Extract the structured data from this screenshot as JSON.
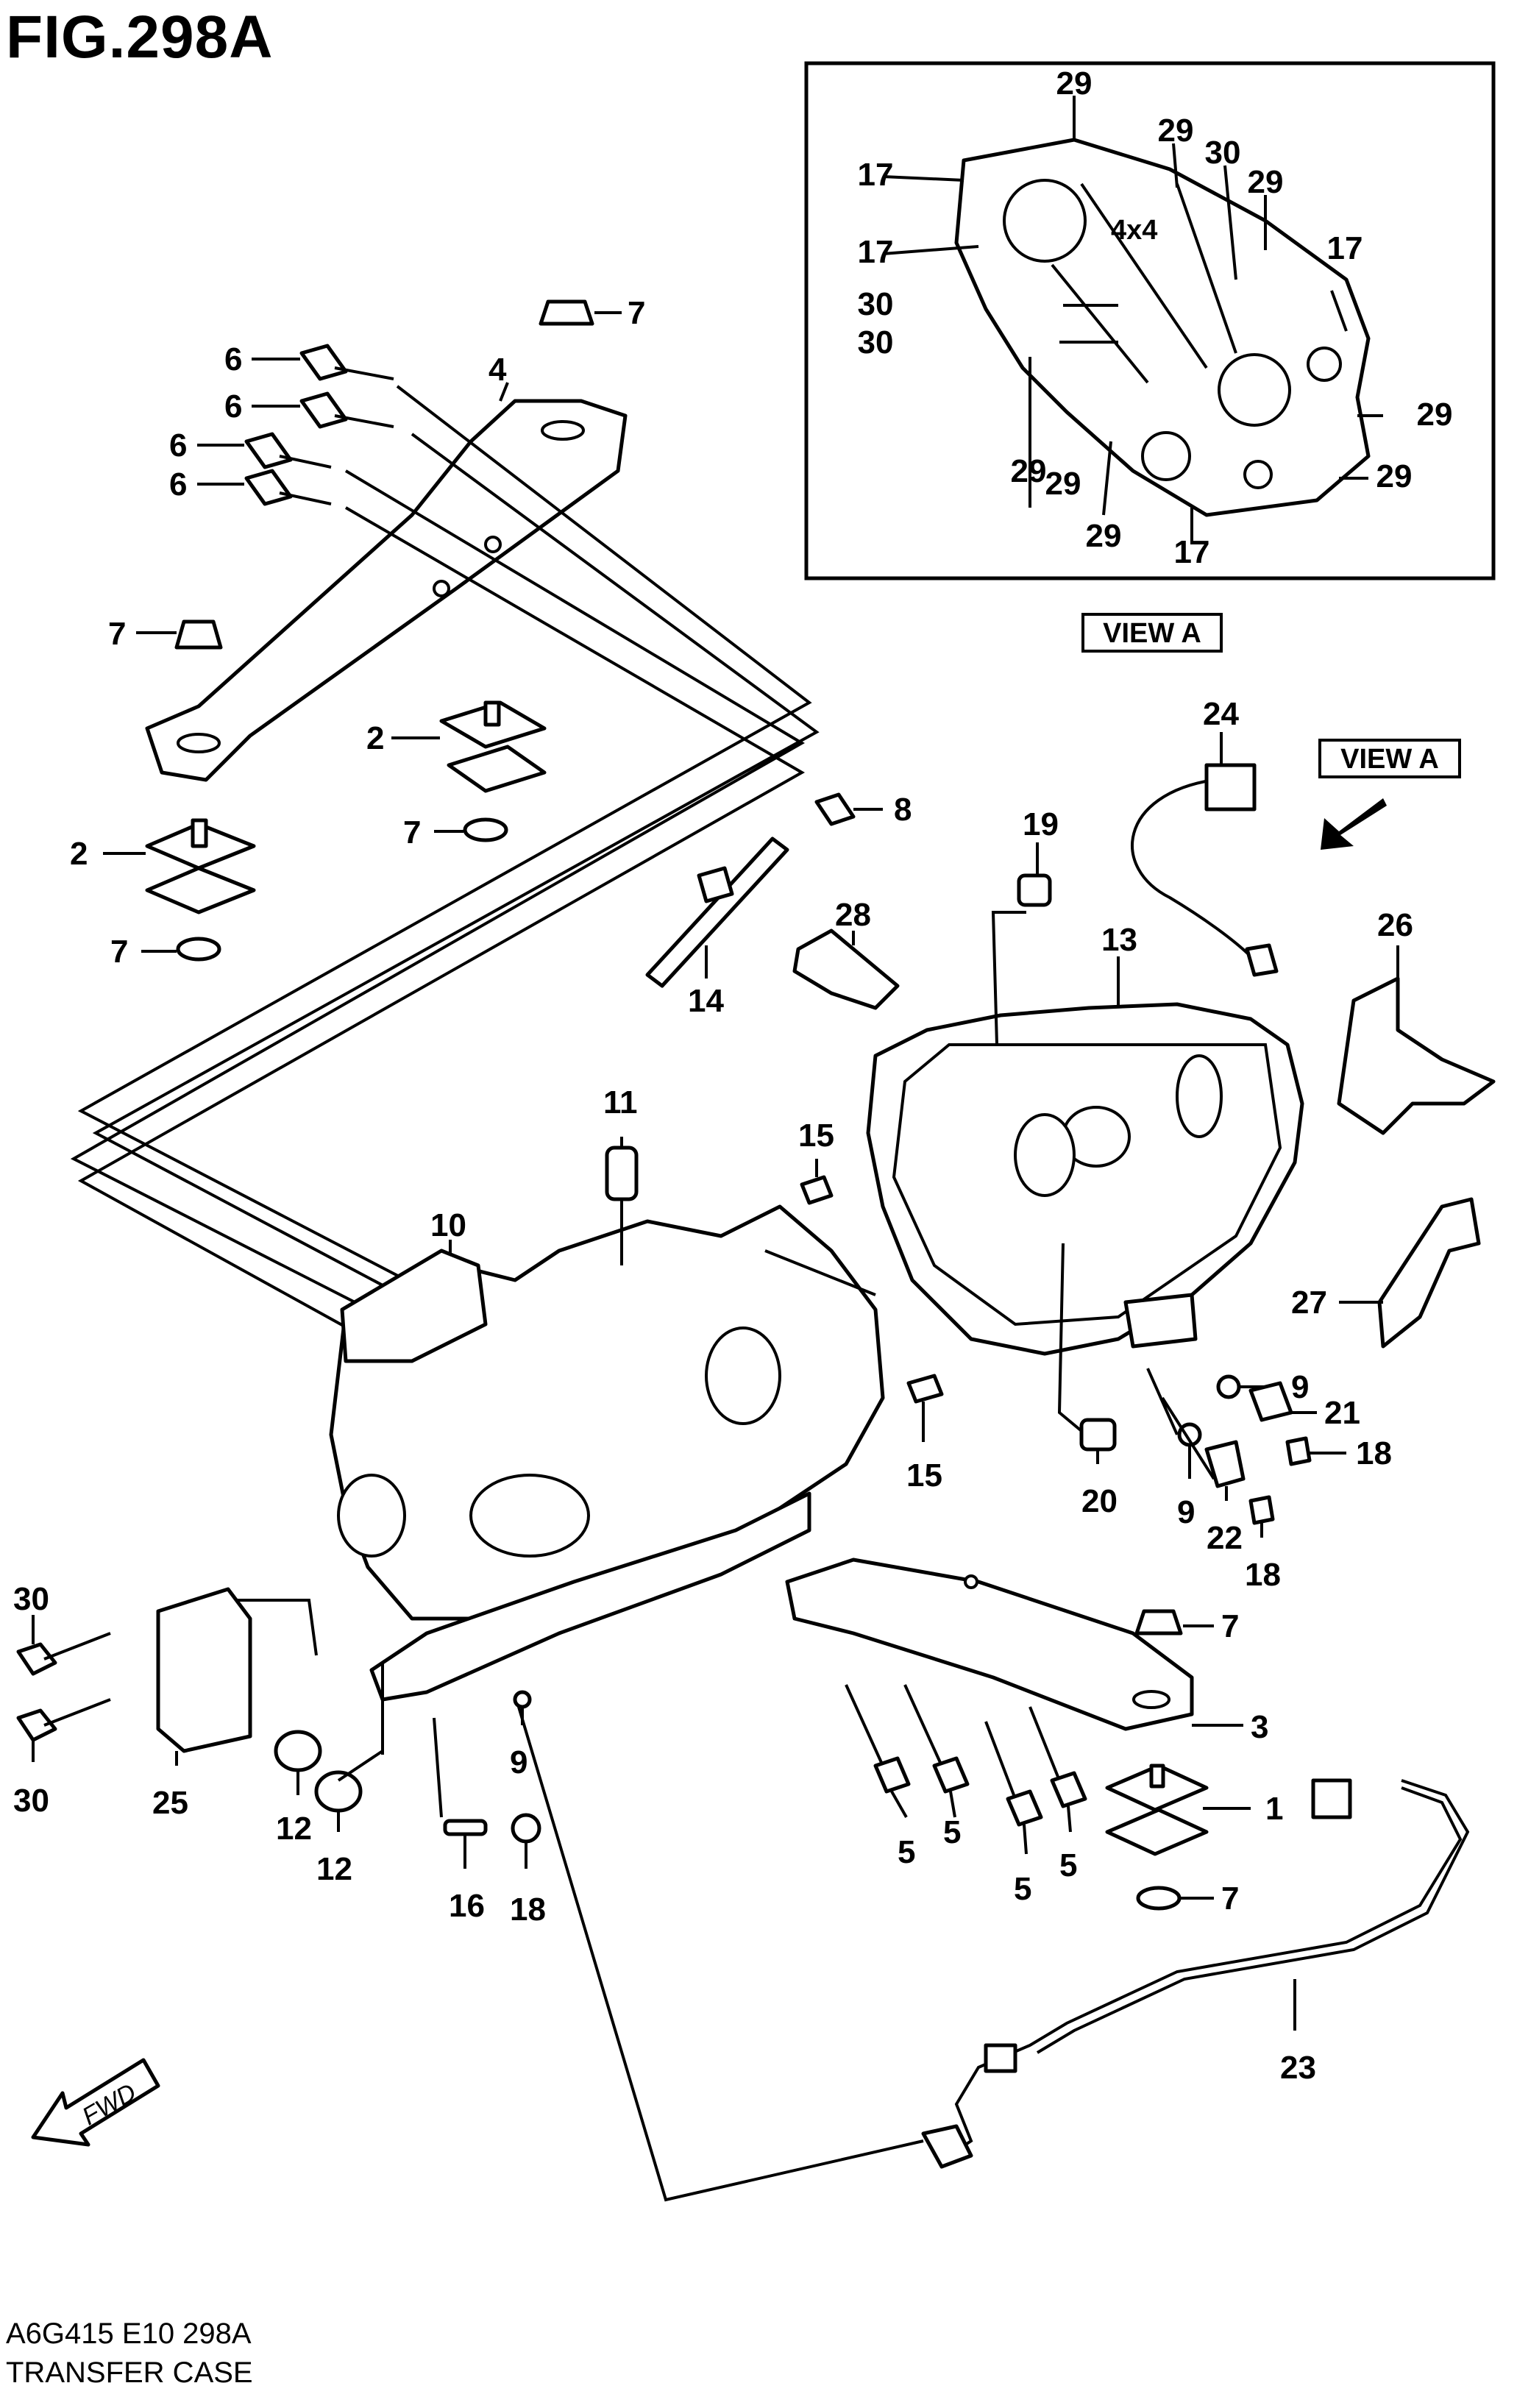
{
  "figure": {
    "title": "FIG.298A",
    "code": "A6G415 E10 298A",
    "name": "TRANSFER CASE",
    "view_tag_top": "VIEW A",
    "view_tag_arrow": "VIEW A",
    "fwd_label": "FWD"
  },
  "callouts": {
    "c1": "1",
    "c2a": "2",
    "c2b": "2",
    "c3": "3",
    "c4": "4",
    "c5a": "5",
    "c5b": "5",
    "c5c": "5",
    "c5d": "5",
    "c6a": "6",
    "c6b": "6",
    "c6c": "6",
    "c6d": "6",
    "c7a": "7",
    "c7b": "7",
    "c7c": "7",
    "c7d": "7",
    "c7e": "7",
    "c7f": "7",
    "c8": "8",
    "c9a": "9",
    "c9b": "9",
    "c9c": "9",
    "c10": "10",
    "c11": "11",
    "c12a": "12",
    "c12b": "12",
    "c13": "13",
    "c14": "14",
    "c15a": "15",
    "c15b": "15",
    "c16": "16",
    "c18a": "18",
    "c18b": "18",
    "c18c": "18",
    "c19": "19",
    "c20": "20",
    "c21": "21",
    "c22": "22",
    "c23": "23",
    "c24": "24",
    "c25": "25",
    "c26": "26",
    "c27": "27",
    "c28": "28",
    "c30a": "30",
    "c30b": "30"
  },
  "view_a_callouts": {
    "v29a": "29",
    "v29b": "29",
    "v29c": "29",
    "v29d": "29",
    "v29e": "29",
    "v29f": "29",
    "v29g": "29",
    "v29h": "29",
    "v17a": "17",
    "v17b": "17",
    "v17c": "17",
    "v17d": "17",
    "v30a": "30",
    "v30b": "30",
    "v30c": "30"
  }
}
